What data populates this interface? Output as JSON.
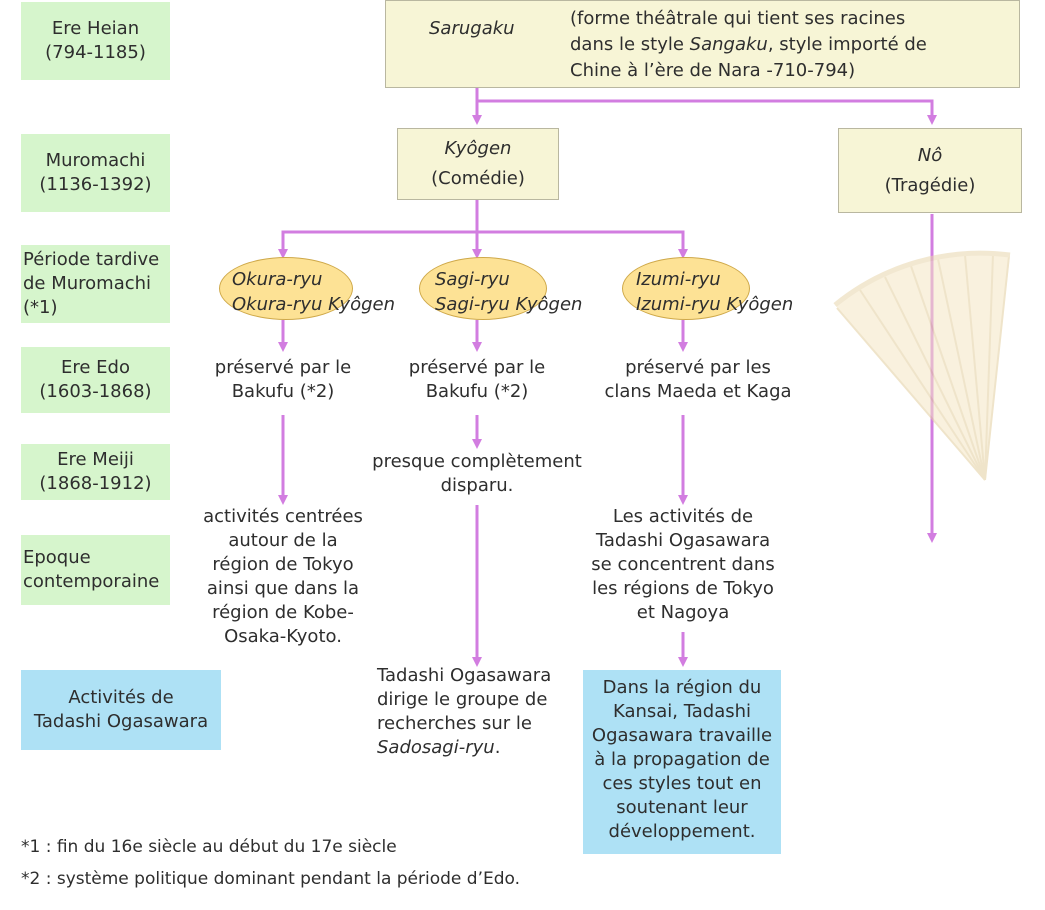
{
  "eras": {
    "heian": {
      "name": "Ere Heian",
      "years": "(794-1185)"
    },
    "muromachi": {
      "name": "Muromachi",
      "years": "(1136-1392)"
    },
    "late_muromachi": {
      "line1": "Période tardive",
      "line2": "de Muromachi",
      "line3": "(*1)"
    },
    "edo": {
      "name": "Ere Edo",
      "years": "(1603-1868)"
    },
    "meiji": {
      "name": "Ere Meiji",
      "years": "(1868-1912)"
    },
    "contemporary": {
      "line1": "Epoque",
      "line2": "contemporaine"
    },
    "ogasawara": {
      "line1": "Activités de",
      "line2": "Tadashi  Ogasawara"
    }
  },
  "sarugaku": {
    "title": "Sarugaku",
    "desc_line1": "(forme théâtrale qui tient ses racines",
    "desc_line2_pre": "dans le style ",
    "desc_line2_it": "Sangaku",
    "desc_line2_post": ", style importé de",
    "desc_line3": "Chine à l’ère de Nara -710-794)"
  },
  "kyogen": {
    "title": "Kyôgen",
    "subtitle": "(Comédie)"
  },
  "no": {
    "title": "Nô",
    "subtitle": "(Tragédie)"
  },
  "schools": [
    {
      "name": "Okura-ryu",
      "full": "Okura-ryu Kyôgen",
      "edo": [
        "préservé par le",
        "Bakufu (*2)"
      ]
    },
    {
      "name": "Sagi-ryu",
      "full": "Sagi-ryu Kyôgen",
      "edo": [
        "préservé par le",
        "Bakufu (*2)"
      ]
    },
    {
      "name": "Izumi-ryu",
      "full": "Izumi-ryu Kyôgen",
      "edo": [
        "préservé  par les",
        "clans Maeda et Kaga"
      ]
    }
  ],
  "sagi_meiji": [
    "presque complètement",
    "disparu."
  ],
  "okura_contemporary": [
    "activités centrées",
    "autour de la",
    "région de Tokyo",
    "ainsi que dans la",
    "région de Kobe-",
    "Osaka-Kyoto."
  ],
  "izumi_contemporary": [
    "Les activités de",
    "Tadashi Ogasawara",
    "se concentrent dans",
    "les régions de Tokyo",
    "et Nagoya"
  ],
  "sagi_ogasawara": {
    "line1": "Tadashi Ogasawara",
    "line2": "dirige le groupe de",
    "line3": "recherches sur le",
    "line4_it": "Sadosagi-ryu",
    "line4_post": "."
  },
  "izumi_ogasawara": [
    "Dans la région du",
    "Kansai, Tadashi",
    "Ogasawara travaille",
    "à la propagation de",
    "ces styles tout en",
    "soutenant leur",
    "développement."
  ],
  "footnotes": {
    "n1": "*1 : fin du 16e siècle au début du 17e siècle",
    "n2": "*2 : système politique dominant pendant la période d’Edo."
  },
  "colors": {
    "era_bg": "#d6f5cc",
    "box_bg": "#f7f5d6",
    "school_bg": "#fde295",
    "ogasawara_bg": "#aee1f5",
    "connector": "#d27de0"
  },
  "icons": {
    "fan": "folding-fan-icon"
  }
}
